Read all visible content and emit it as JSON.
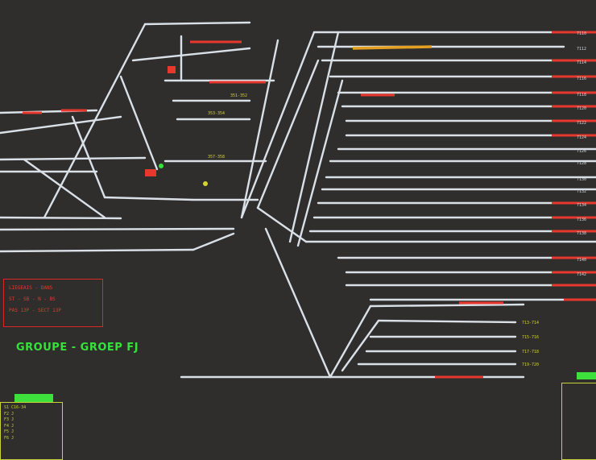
{
  "group": {
    "title": "GROUPE - GROEP FJ"
  },
  "legend": {
    "lines": [
      "LIEGEAIS - DANS",
      "ST - SB - N - BS",
      "PAS 13P - SECT 13P"
    ]
  },
  "messages": {
    "lines": [
      "S1 C16-34",
      "F2 J",
      "F3 J",
      "F4 J",
      "F5 J",
      "F6 J"
    ]
  },
  "track_labels": {
    "yard": [
      "351-352",
      "353-354",
      "357-358"
    ],
    "right_exits": [
      "7110",
      "7112",
      "7114",
      "7116",
      "7118",
      "7120",
      "7122",
      "7124",
      "7126",
      "7128",
      "7130",
      "7132",
      "7134",
      "7136",
      "7138",
      "7140",
      "7142"
    ],
    "bottom_exits": [
      "713-714",
      "715-716",
      "717-718",
      "719-720"
    ]
  },
  "colors": {
    "background": "#2f2e2c",
    "track": "#d9e0e8",
    "occupied": "#e8382e",
    "route": "#e6a021",
    "text_green": "#36e23a",
    "text_yellow": "#c9d23a",
    "legend_red": "#e5382d"
  }
}
